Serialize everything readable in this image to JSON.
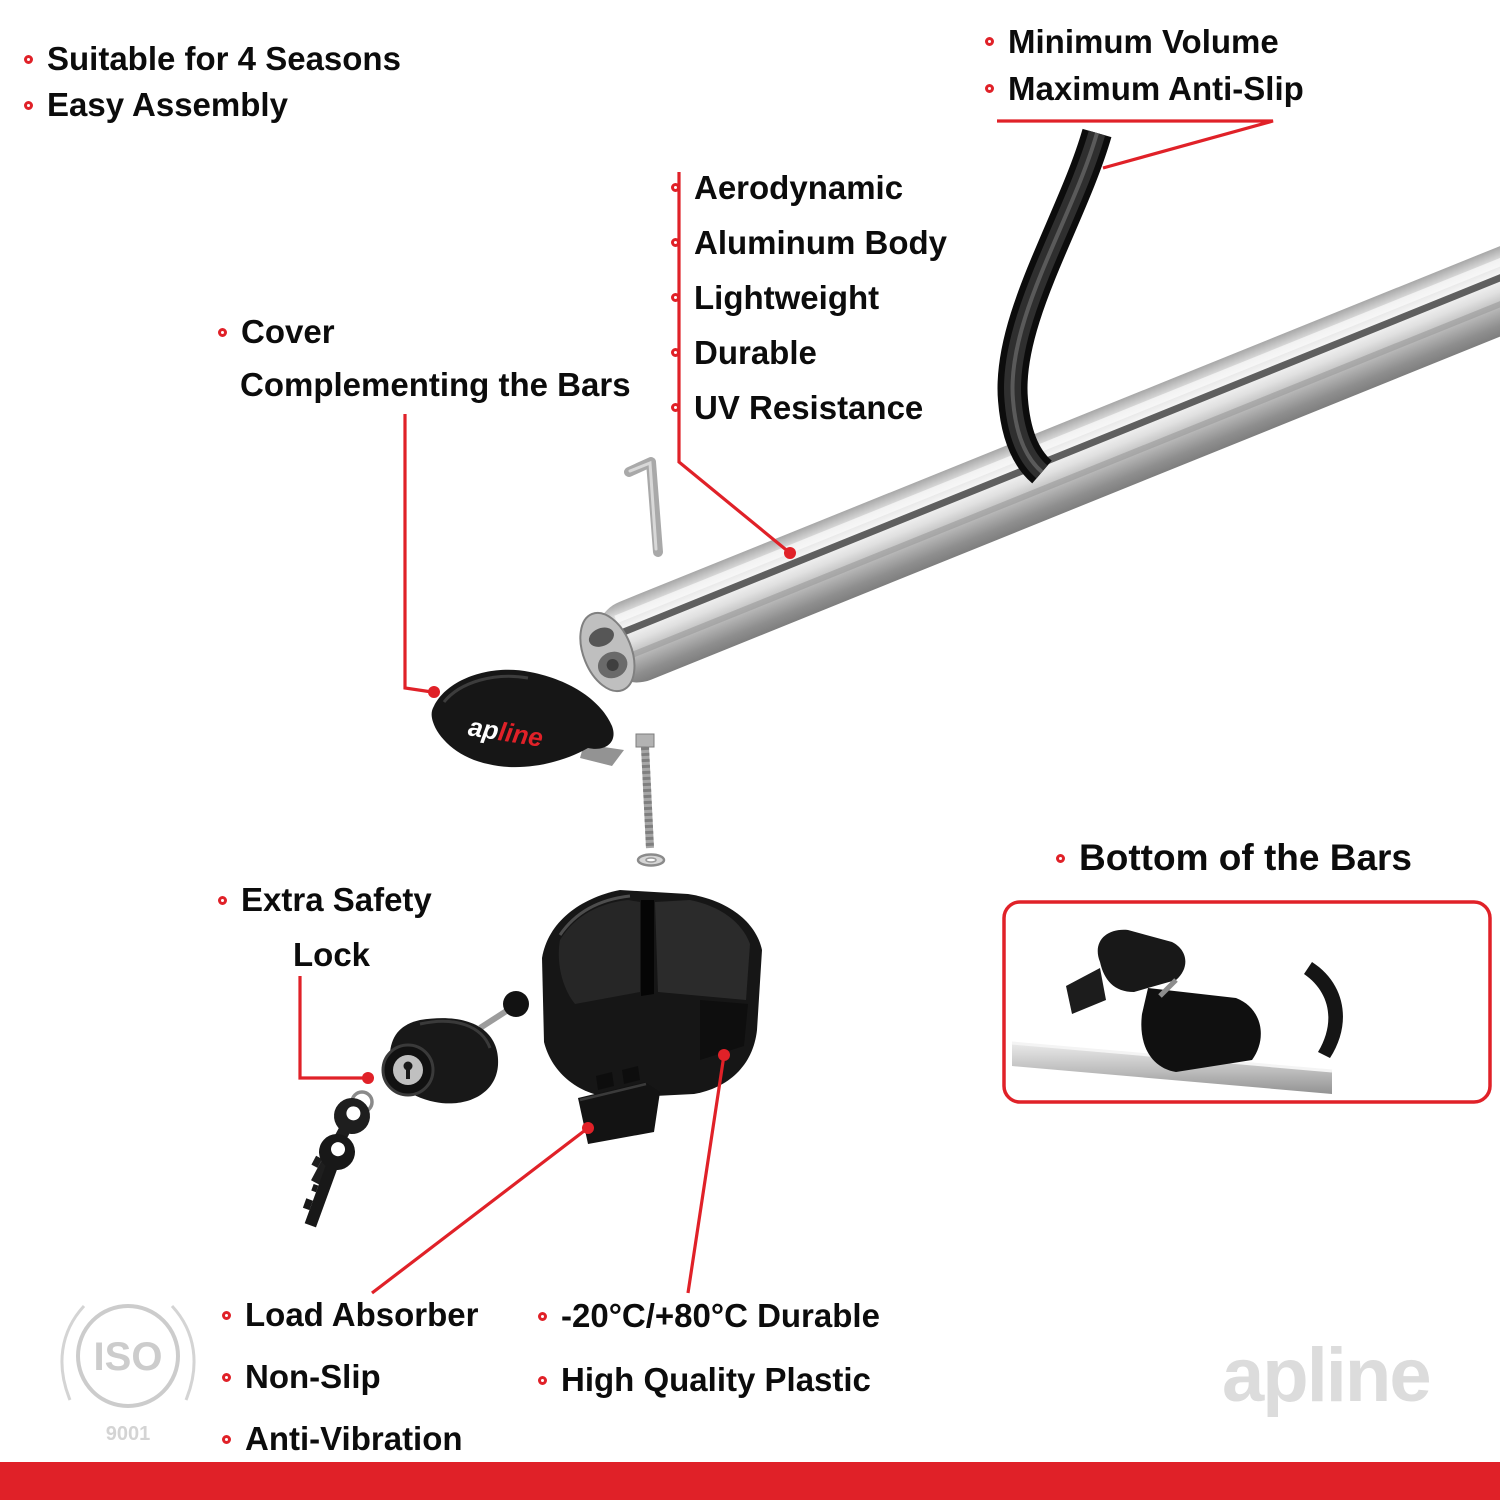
{
  "colors": {
    "accent": "#e02128",
    "text": "#0c0c0c",
    "watermark": "#dcdcdc"
  },
  "top_left": {
    "items": [
      "Suitable for 4 Seasons",
      "Easy Assembly"
    ]
  },
  "top_right": {
    "items": [
      "Minimum Volume",
      "Maximum Anti-Slip"
    ]
  },
  "features": {
    "items": [
      "Aerodynamic",
      "Aluminum Body",
      "Lightweight",
      "Durable",
      "UV Resistance"
    ]
  },
  "cover": {
    "line1": "Cover",
    "line2": "Complementing the Bars"
  },
  "safety": {
    "line1": "Extra Safety",
    "line2": "Lock"
  },
  "bottom_bars": {
    "label": "Bottom of the Bars"
  },
  "bottom_left": {
    "items": [
      "Load Absorber",
      "Non-Slip",
      "Anti-Vibration"
    ]
  },
  "bottom_center": {
    "items": [
      "-20°C/+80°C Durable",
      "High Quality Plastic"
    ]
  },
  "brand": {
    "logo_ap": "ap",
    "logo_line": "line",
    "watermark": "apline"
  },
  "iso": {
    "line1": "ISO",
    "line2": "9001"
  }
}
